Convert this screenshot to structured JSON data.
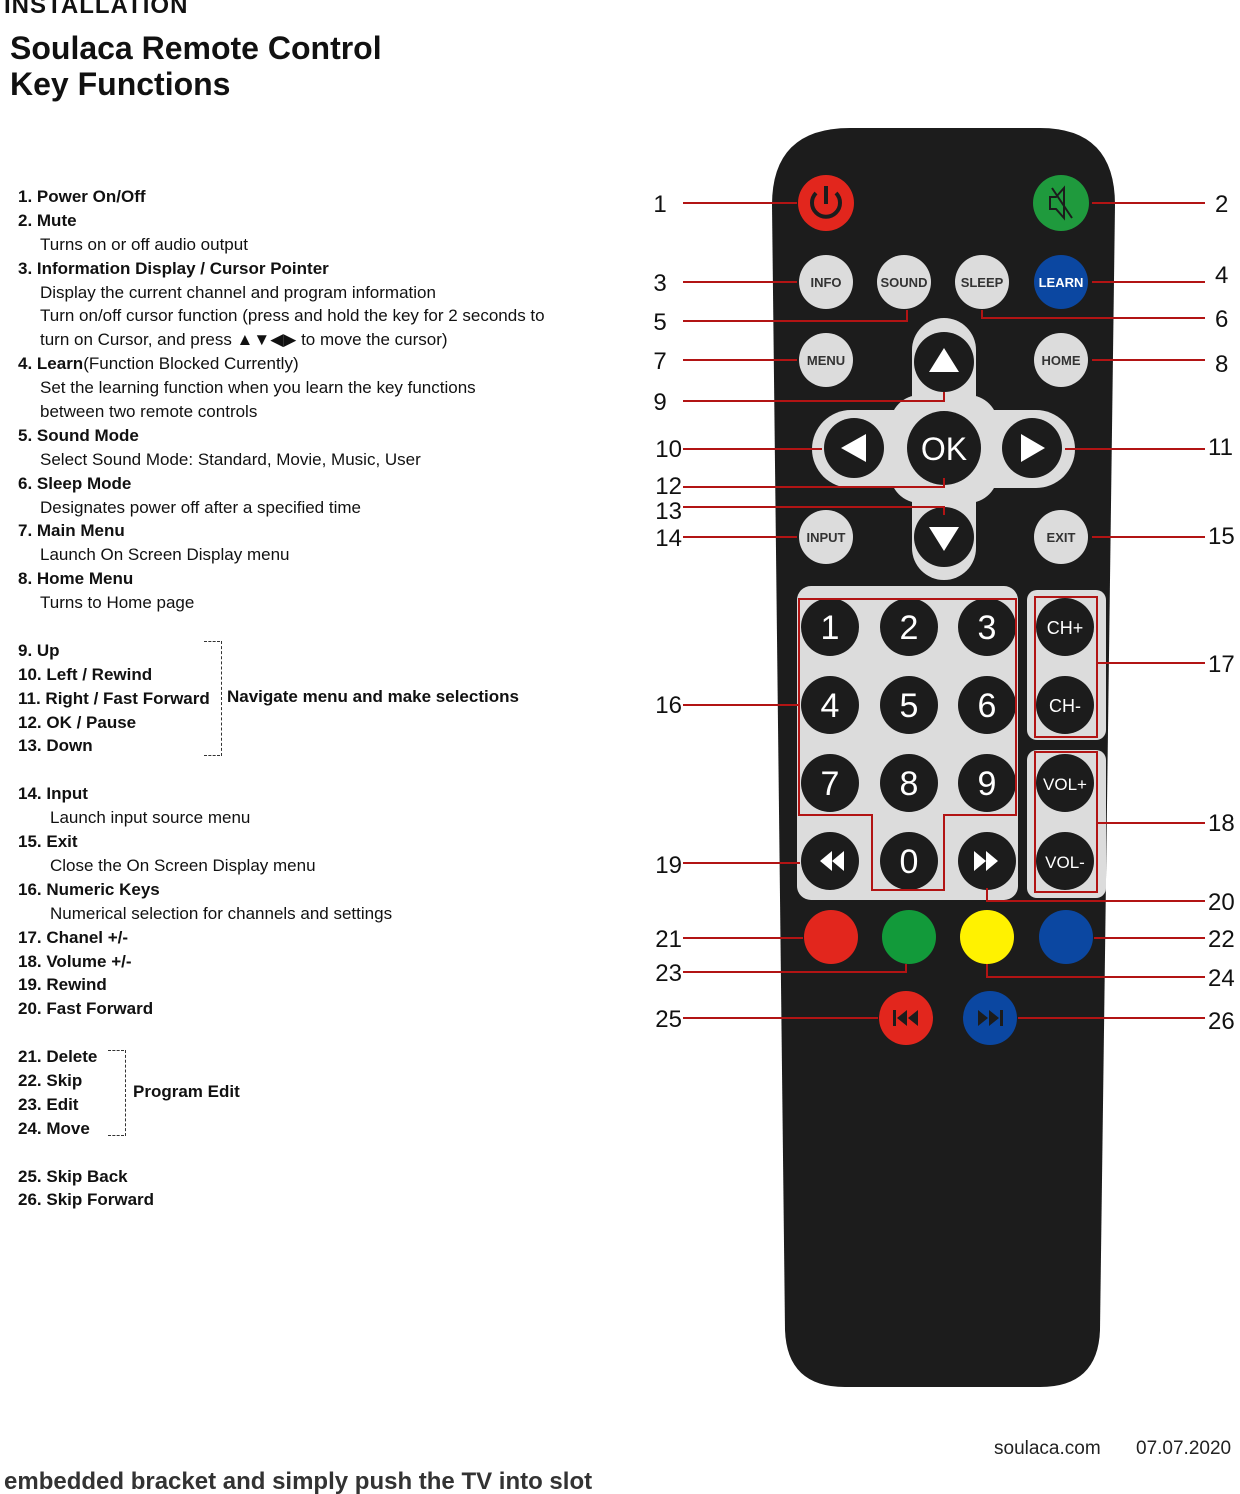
{
  "header": {
    "cut_heading": "INSTALLATION",
    "title_line1": "Soulaca Remote Control",
    "title_line2": "Key Functions"
  },
  "sections": [
    [
      {
        "label": "1. Power On/Off",
        "desc": []
      },
      {
        "label": "2. Mute",
        "desc": [
          "Turns on or off audio output"
        ]
      },
      {
        "label": "3. Information  Display / Cursor Pointer",
        "desc": [
          "Display the current channel and program information",
          "Turn on/off cursor function (press and hold the key for 2 seconds to",
          "turn on Cursor, and press ▲▼◀▶ to move the cursor)"
        ]
      },
      {
        "label": "4. Learn",
        "note": "(Function  Blocked Currently)",
        "desc": [
          "Set the learning function when you learn the key functions",
          "between two remote controls"
        ]
      },
      {
        "label": "5. Sound Mode",
        "desc": [
          "Select Sound Mode: Standard, Movie, Music, User"
        ]
      },
      {
        "label": "6. Sleep Mode",
        "desc": [
          "Designates power off after a specified time"
        ]
      },
      {
        "label": "7. Main Menu",
        "desc": [
          "Launch On Screen Display menu"
        ]
      },
      {
        "label": "8. Home Menu",
        "desc": [
          "Turns to Home page"
        ]
      }
    ],
    [
      {
        "label": "9. Up",
        "desc": []
      },
      {
        "label": "10. Left / Rewind",
        "desc": []
      },
      {
        "label": "11. Right / Fast Forward",
        "desc": []
      },
      {
        "label": "12. OK / Pause",
        "desc": []
      },
      {
        "label": "13. Down",
        "desc": []
      }
    ],
    [
      {
        "label": "14. Input",
        "desc": [
          "Launch input source menu"
        ],
        "wide": true
      },
      {
        "label": "15. Exit",
        "desc": [
          "Close the On Screen Display menu"
        ],
        "wide": true
      },
      {
        "label": "16. Numeric Keys",
        "desc": [
          "Numerical selection for channels and settings"
        ],
        "wide": true
      },
      {
        "label": "17. Chanel +/-",
        "desc": []
      },
      {
        "label": "18. Volume +/-",
        "desc": []
      },
      {
        "label": "19. Rewind",
        "desc": []
      },
      {
        "label": "20. Fast Forward",
        "desc": []
      }
    ],
    [
      {
        "label": "21. Delete",
        "desc": []
      },
      {
        "label": "22. Skip",
        "desc": []
      },
      {
        "label": "23. Edit",
        "desc": []
      },
      {
        "label": "24. Move",
        "desc": []
      }
    ],
    [
      {
        "label": "25. Skip Back",
        "desc": []
      },
      {
        "label": "26. Skip Forward",
        "desc": []
      }
    ]
  ],
  "groups": {
    "navigate": "Navigate menu and make selections",
    "program_edit": "Program Edit"
  },
  "remote": {
    "info": "INFO",
    "sound": "SOUND",
    "sleep": "SLEEP",
    "learn": "LEARN",
    "menu": "MENU",
    "home": "HOME",
    "ok": "OK",
    "input": "INPUT",
    "exit": "EXIT",
    "digits": [
      "1",
      "2",
      "3",
      "4",
      "5",
      "6",
      "7",
      "8",
      "9",
      "0"
    ],
    "ch_up": "CH+",
    "ch_down": "CH-",
    "vol_up": "VOL+",
    "vol_down": "VOL-",
    "callouts": [
      "1",
      "2",
      "3",
      "4",
      "5",
      "6",
      "7",
      "8",
      "9",
      "10",
      "11",
      "12",
      "13",
      "14",
      "15",
      "16",
      "17",
      "18",
      "19",
      "20",
      "21",
      "22",
      "23",
      "24",
      "25",
      "26"
    ]
  },
  "colors": {
    "power": "#e2261d",
    "mute": "#1f9a3d",
    "learn": "#0b47a1",
    "red": "#e2261d",
    "green": "#129a3a",
    "yellow": "#fff200",
    "blue": "#0b47a1",
    "callout_line": "#b21414",
    "body": "#1c1c1c",
    "key_light": "#dcdcdc"
  },
  "footer": {
    "site": "soulaca.com",
    "date": "07.07.2020",
    "cut_text": "embedded bracket and simply push the TV into slot"
  }
}
